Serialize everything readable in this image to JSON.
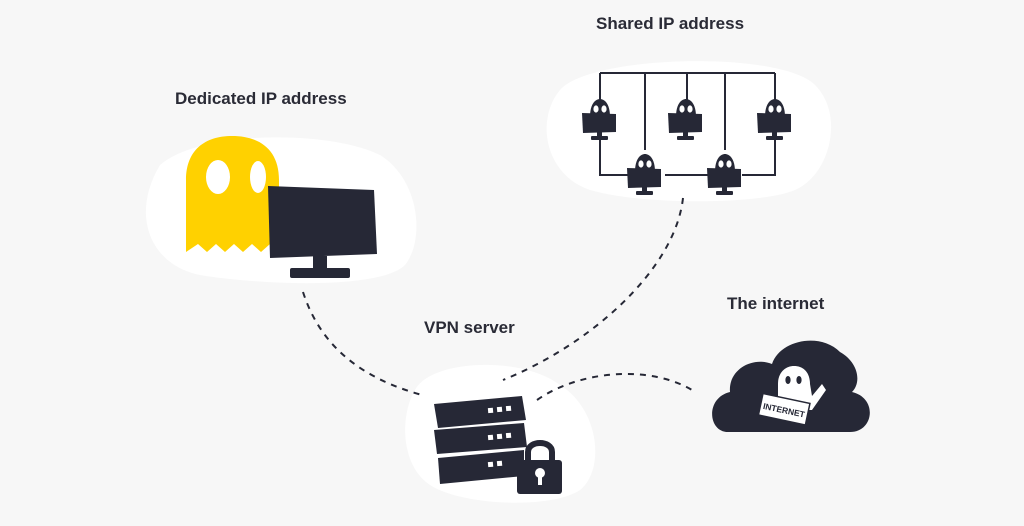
{
  "labels": {
    "dedicated": "Dedicated IP address",
    "shared": "Shared IP address",
    "vpn": "VPN server",
    "internet": "The internet",
    "internet_sign": "INTERNET"
  },
  "colors": {
    "background": "#f7f7f7",
    "blob": "#ffffff",
    "dark": "#262836",
    "ghost_yellow": "#ffd100",
    "text": "#2a2b36"
  },
  "icons": {
    "dedicated_user": "ghost-with-monitor-icon",
    "shared_users": "ghost-monitor-icon",
    "vpn_server": "server-with-padlock-icon",
    "internet": "cloud-with-ghost-icon"
  }
}
